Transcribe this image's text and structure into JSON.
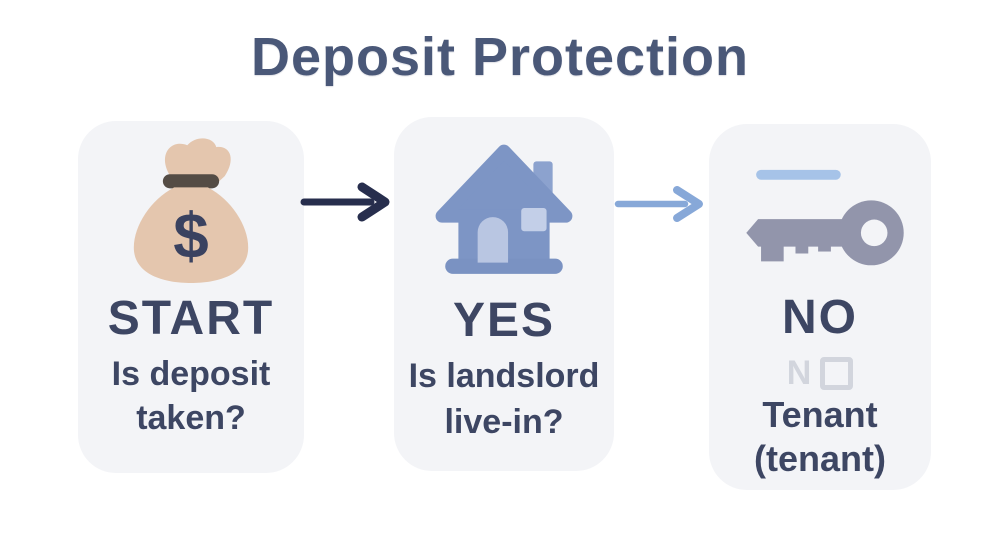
{
  "title": "Deposit Protection",
  "cards": [
    {
      "icon": "money-bag",
      "currency_symbol": "$",
      "label": "START",
      "line1": "Is deposit",
      "line2": "taken?"
    },
    {
      "icon": "house",
      "label": "YES",
      "line1": "Is landslord",
      "line2": "live-in?"
    },
    {
      "icon": "key",
      "label": "NO",
      "ghost_text": "N",
      "line1": "Tenant",
      "line2": "(tenant)"
    }
  ],
  "colors": {
    "page_background": "#FFFFFF",
    "card_background": "#F3F4F7",
    "title_text": "#4A5878",
    "body_text": "#3D4663",
    "ghost_text": "#D2D5DD",
    "arrow_dark": "#272E4D",
    "arrow_light": "#87A8D8",
    "money_bag": "#E4C6AE",
    "money_bag_tie": "#544C45",
    "dollar_sign": "#3A4260",
    "house_blue": "#7D95C5",
    "house_chimney": "#8CA2CE",
    "house_door": "#B9C6E2",
    "house_window": "#C3CFE8",
    "key_gray": "#9295AB",
    "key_highlight_bar": "#A6C3E8"
  }
}
